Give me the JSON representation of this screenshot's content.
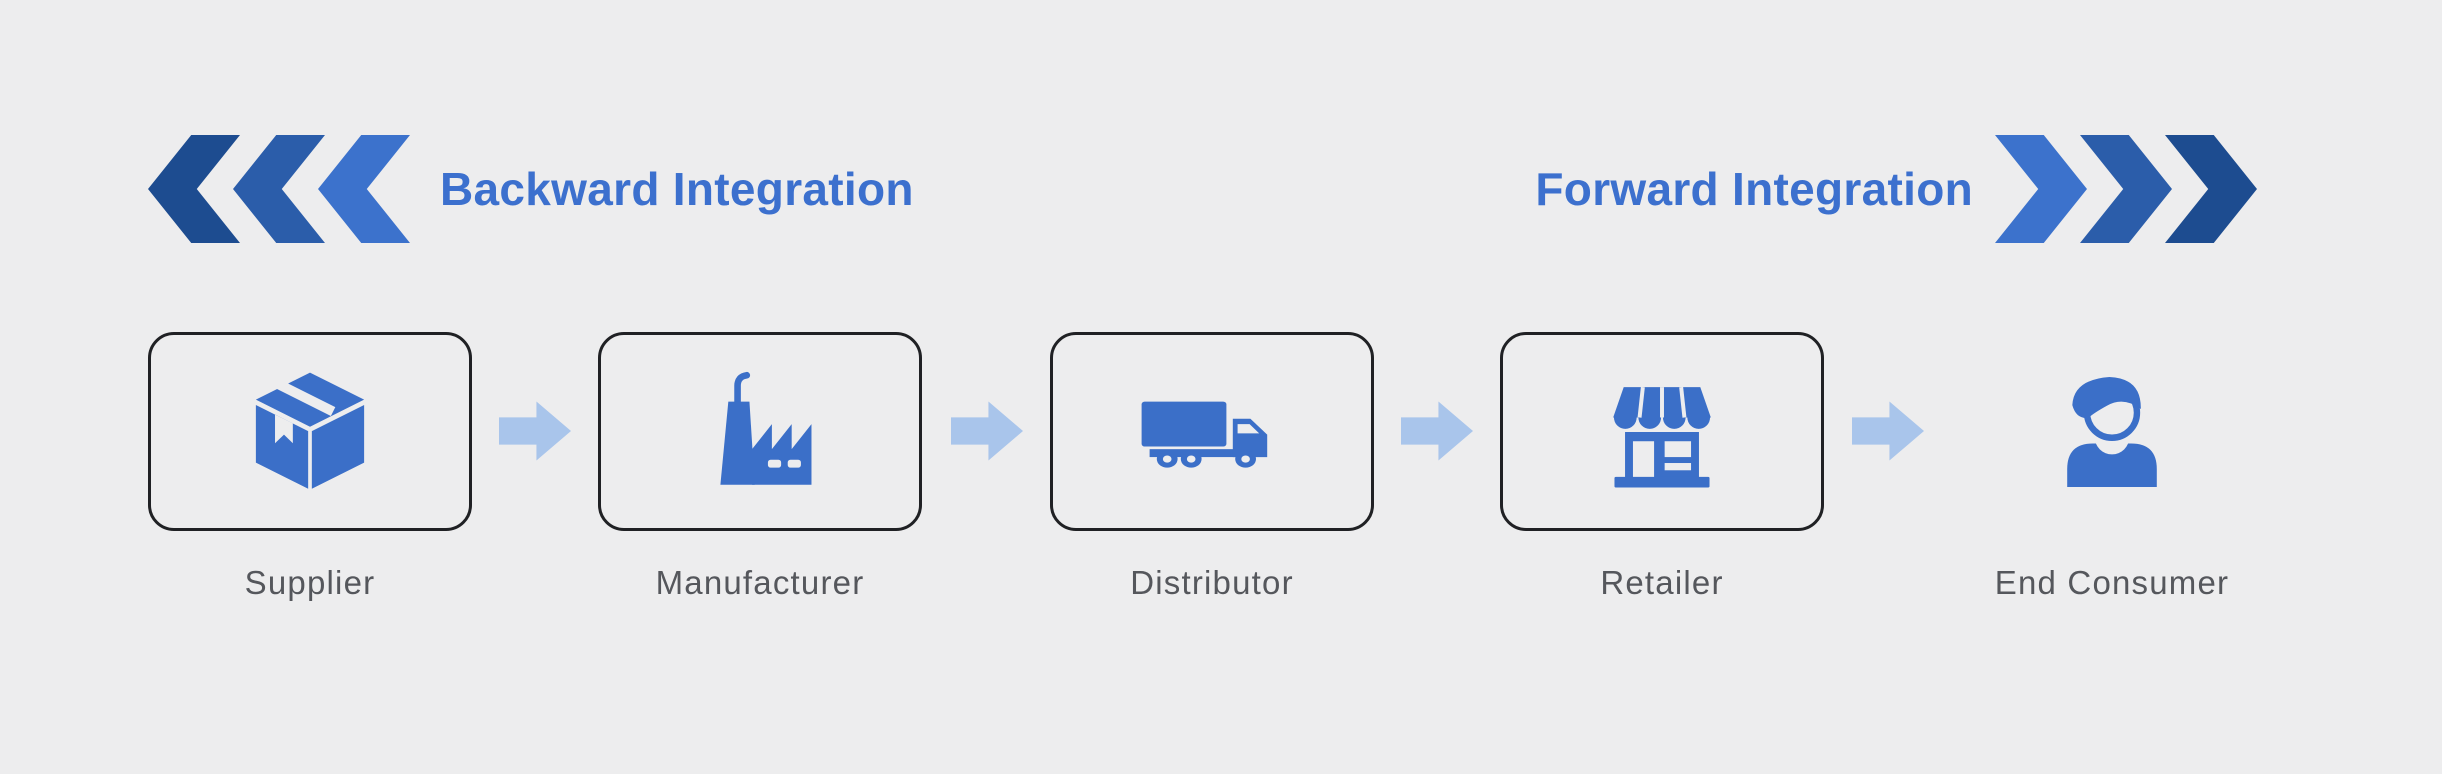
{
  "diagram": {
    "type": "supply-chain-integration-flow",
    "header": {
      "backward": {
        "label": "Backward Integration",
        "chevron_icon": "triple-chevron-left",
        "chevron_count": 3,
        "direction": "left"
      },
      "forward": {
        "label": "Forward Integration",
        "chevron_icon": "triple-chevron-right",
        "chevron_count": 3,
        "direction": "right"
      }
    },
    "stages": [
      {
        "label": "Supplier",
        "icon": "package-icon",
        "boxed": true
      },
      {
        "label": "Manufacturer",
        "icon": "factory-icon",
        "boxed": true
      },
      {
        "label": "Distributor",
        "icon": "truck-icon",
        "boxed": true
      },
      {
        "label": "Retailer",
        "icon": "store-icon",
        "boxed": true
      },
      {
        "label": "End Consumer",
        "icon": "person-icon",
        "boxed": false
      }
    ],
    "connector_icon": "right-block-arrow",
    "connector_count": 4
  },
  "colors": {
    "background": "#EDEDEE",
    "icon_blue": "#3B6FC8",
    "title_blue": "#3C70CE",
    "chevron_dark": "#1D4C90",
    "chevron_mid": "#2B5DAA",
    "chevron_light": "#3C72CC",
    "arrow_blue": "#A9C5EB",
    "label_gray": "#55575C",
    "box_border": "#202124"
  }
}
